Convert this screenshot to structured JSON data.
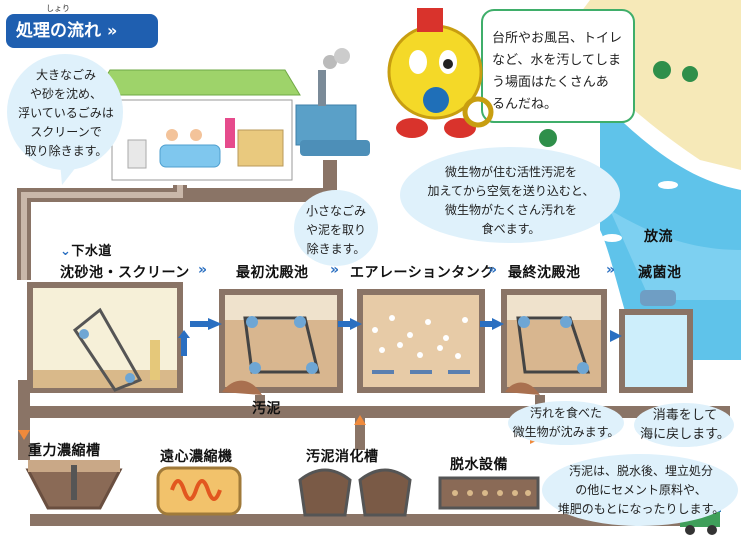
{
  "header": {
    "title": "処理の流れ",
    "title_ruby": "しょり",
    "chevrons": "»"
  },
  "bubbles": {
    "top_left": [
      "大きなごみ",
      "や砂を沈め、",
      "浮いているごみは",
      "スクリーンで",
      "取り除きます。"
    ],
    "top_right": [
      "台所やお風呂、トイレ",
      "など、水を汚してしま",
      "う場面はたくさんあ",
      "るんだね。"
    ],
    "small_trash": [
      "小さなごみ",
      "や泥を取り",
      "除きます。"
    ],
    "microbes": [
      "微生物が住む活性汚泥を",
      "加えてから空気を送り込むと、",
      "微生物がたくさん汚れを",
      "食べます。"
    ],
    "sinks": [
      "汚れを食べた",
      "微生物が沈みます。"
    ],
    "disinfect": [
      "消毒をして",
      "海に戻します。"
    ],
    "sludge_use": [
      "汚泥は、脱水後、埋立処分",
      "の他にセメント原料や、",
      "堆肥のもとになったりします。"
    ]
  },
  "labels": {
    "sewer": "下水道",
    "grit": "沈砂池・スクリーン",
    "primary": "最初沈殿池",
    "aeration": "エアレーションタンク",
    "final": "最終沈殿池",
    "discharge": "放流",
    "disinfection": "滅菌池",
    "sludge": "汚泥",
    "gravity": "重力濃縮槽",
    "centrifuge": "遠心濃縮機",
    "digestion": "汚泥消化槽",
    "dewater": "脱水設備"
  },
  "colors": {
    "title_bg": "#1f5fb0",
    "pipe": "#8a7466",
    "water": "#a8d8f0",
    "sludge": "#b0795a",
    "sea": "#3fb2e0",
    "arrow": "#2a6fc1",
    "return_arrow": "#f08a3c"
  }
}
